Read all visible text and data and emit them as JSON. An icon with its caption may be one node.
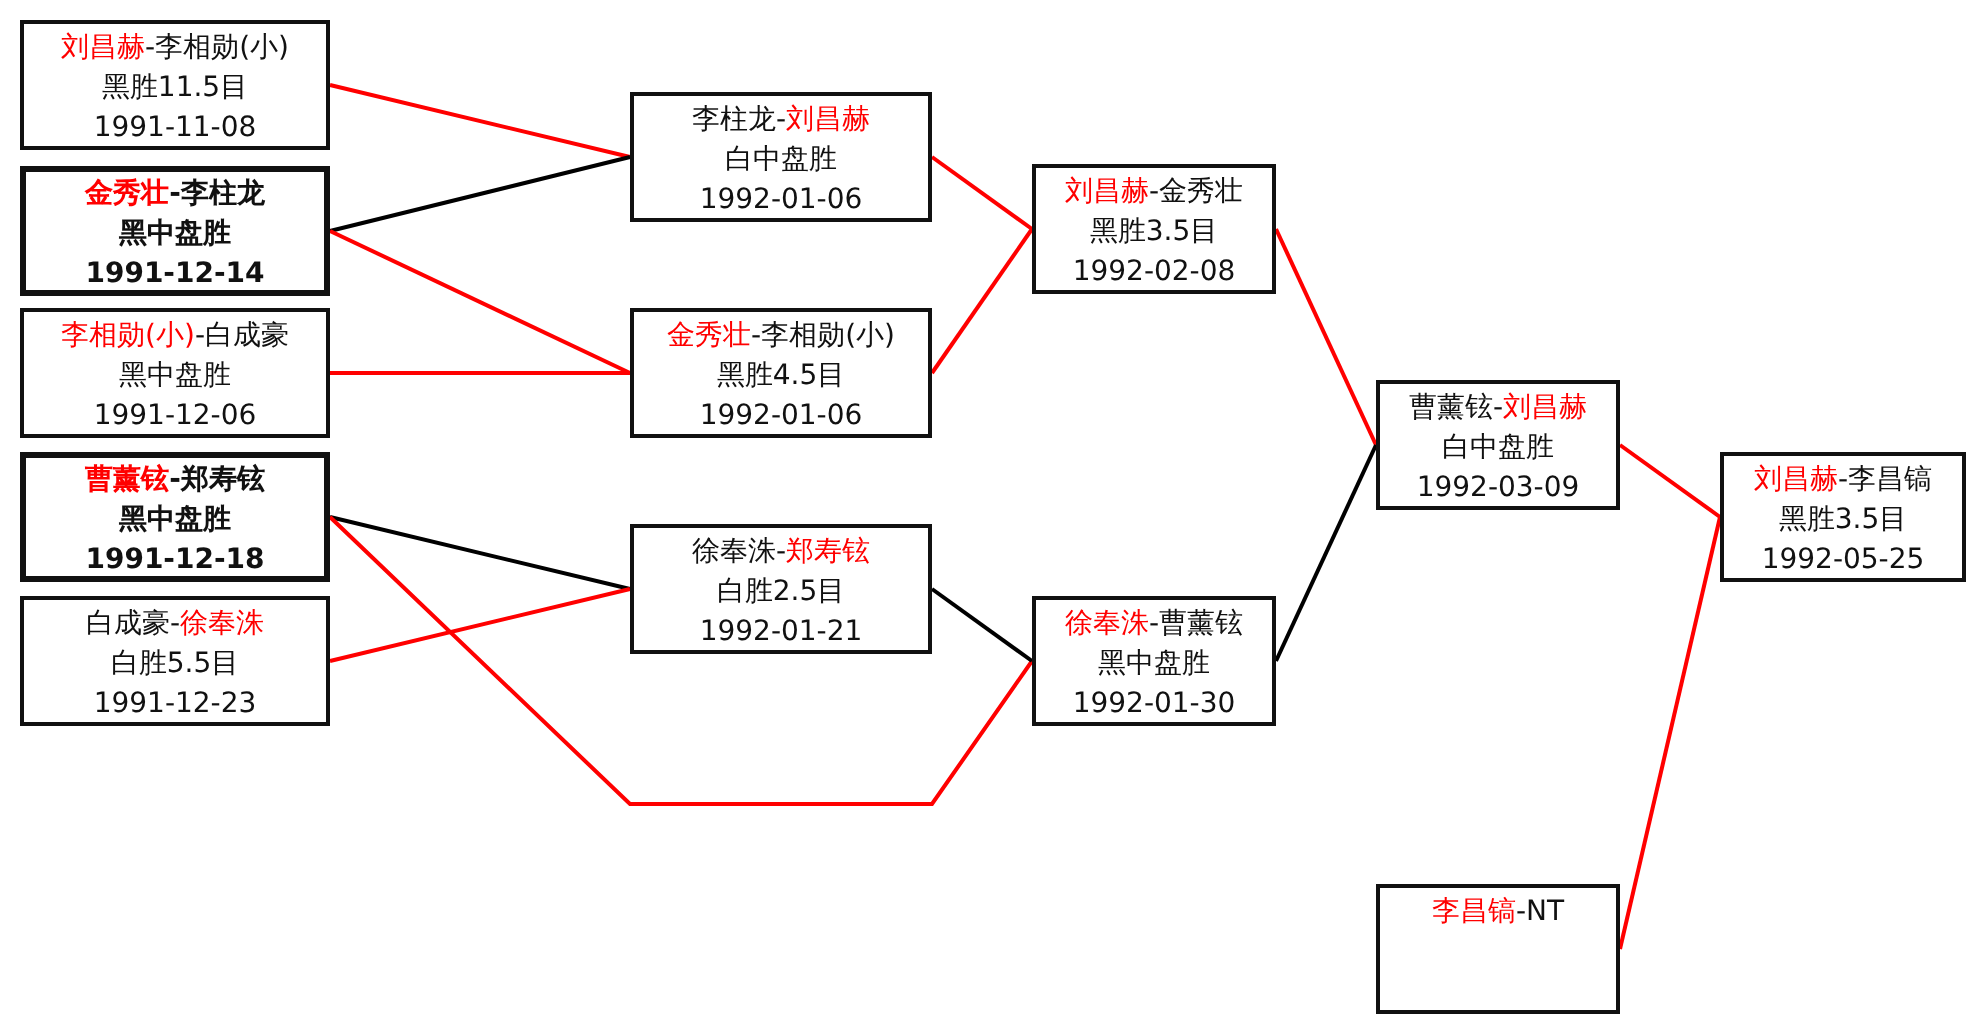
{
  "diagram": {
    "nodes": [
      {
        "text": [
          "刘昌赫-李相勋(小)",
          "黑胜11.5目",
          "1991-11-08"
        ]
      },
      {
        "text": [
          "金秀壮-李柱龙",
          "黑中盘胜",
          "1991-12-14"
        ]
      },
      {
        "text": [
          "李相勋(小)-白成豪",
          "黑中盘胜",
          "1991-12-06"
        ]
      },
      {
        "text": [
          "曹薰铉-郑寿铉",
          "黑中盘胜",
          "1991-12-18"
        ]
      },
      {
        "text": [
          "白成豪-徐奉洙",
          "白胜5.5目",
          "1991-12-23"
        ]
      },
      {
        "text": [
          "李柱龙-刘昌赫",
          "白中盘胜",
          "1992-01-06"
        ]
      },
      {
        "text": [
          "金秀壮-李相勋(小)",
          "黑胜4.5目",
          "1992-01-06"
        ]
      },
      {
        "text": [
          "徐奉洙-郑寿铉",
          "白胜2.5目",
          "1992-01-21"
        ]
      },
      {
        "text": [
          "刘昌赫-金秀壮",
          "黑胜3.5目",
          "1992-02-08"
        ]
      },
      {
        "text": [
          "徐奉洙-曹薰铉",
          "黑中盘胜",
          "1992-01-30"
        ]
      },
      {
        "text": [
          "曹薰铉-刘昌赫",
          "白中盘胜",
          "1992-03-09"
        ]
      },
      {
        "text": [
          "刘昌赫-李昌镐",
          "黑胜3.5目",
          "1992-05-25"
        ]
      },
      {
        "text": [
          "李昌镐-NT"
        ]
      }
    ],
    "edges": [
      {
        "from": 0,
        "to": 5,
        "arrow": "none"
      },
      {
        "from": 1,
        "to": 5,
        "arrow": "none",
        "color": "#000000"
      },
      {
        "from": 1,
        "to": 6,
        "arrow": "none"
      },
      {
        "from": 2,
        "to": 6,
        "arrow": "none"
      },
      {
        "from": 3,
        "to": 7,
        "arrow": "none",
        "color": "#000000"
      },
      {
        "from": 4,
        "to": 7,
        "arrow": "none"
      },
      {
        "from": 3,
        "to": 9,
        "arrow": "none"
      },
      {
        "from": 5,
        "to": 8,
        "arrow": "none"
      },
      {
        "from": 6,
        "to": 8,
        "arrow": "none"
      },
      {
        "from": 7,
        "to": 9,
        "arrow": "none",
        "color": "#000000"
      },
      {
        "from": 8,
        "to": 10,
        "arrow": "none"
      },
      {
        "from": 9,
        "to": 10,
        "arrow": "none",
        "color": "#000000"
      },
      {
        "from": 10,
        "to": 11,
        "arrow": "none"
      },
      {
        "from": 12,
        "to": 11,
        "arrow": "none"
      }
    ]
  }
}
